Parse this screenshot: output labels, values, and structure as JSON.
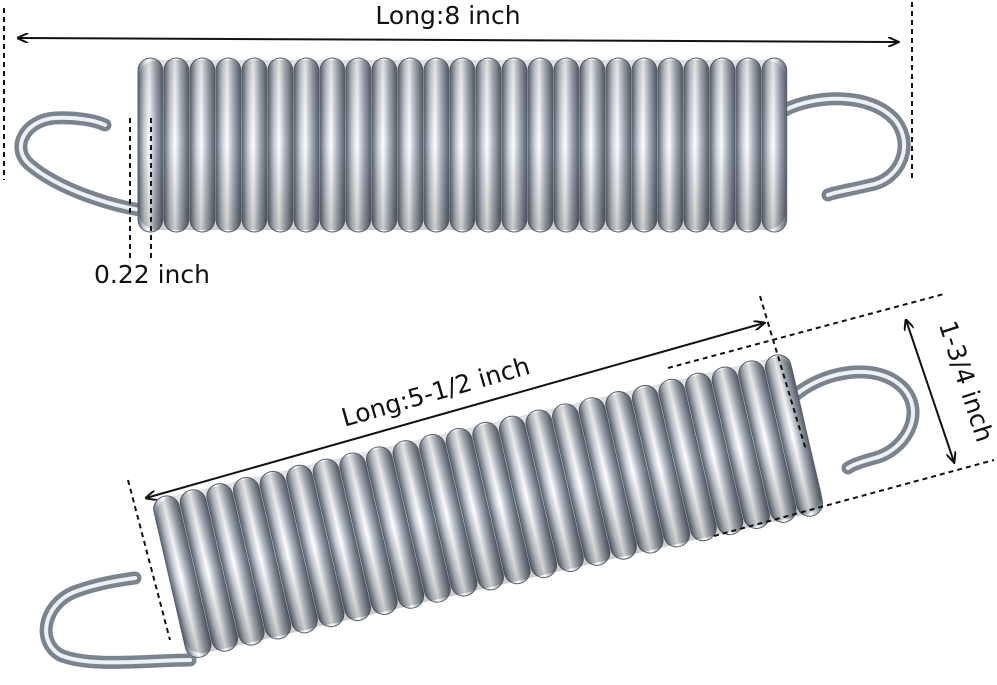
{
  "labels": {
    "top_length": "Long:8 inch",
    "wire_diameter": "0.22 inch",
    "bottom_length": "Long:5-1/2 inch",
    "outer_diameter": "1-3/4 inch"
  },
  "colors": {
    "steel_dark": "#6f7782",
    "steel_mid": "#b9c0c8",
    "steel_light": "#f4f6f8",
    "line": "#111111",
    "background": "#ffffff"
  },
  "springs": {
    "top_coil_count": 25,
    "bottom_coil_count": 24
  }
}
